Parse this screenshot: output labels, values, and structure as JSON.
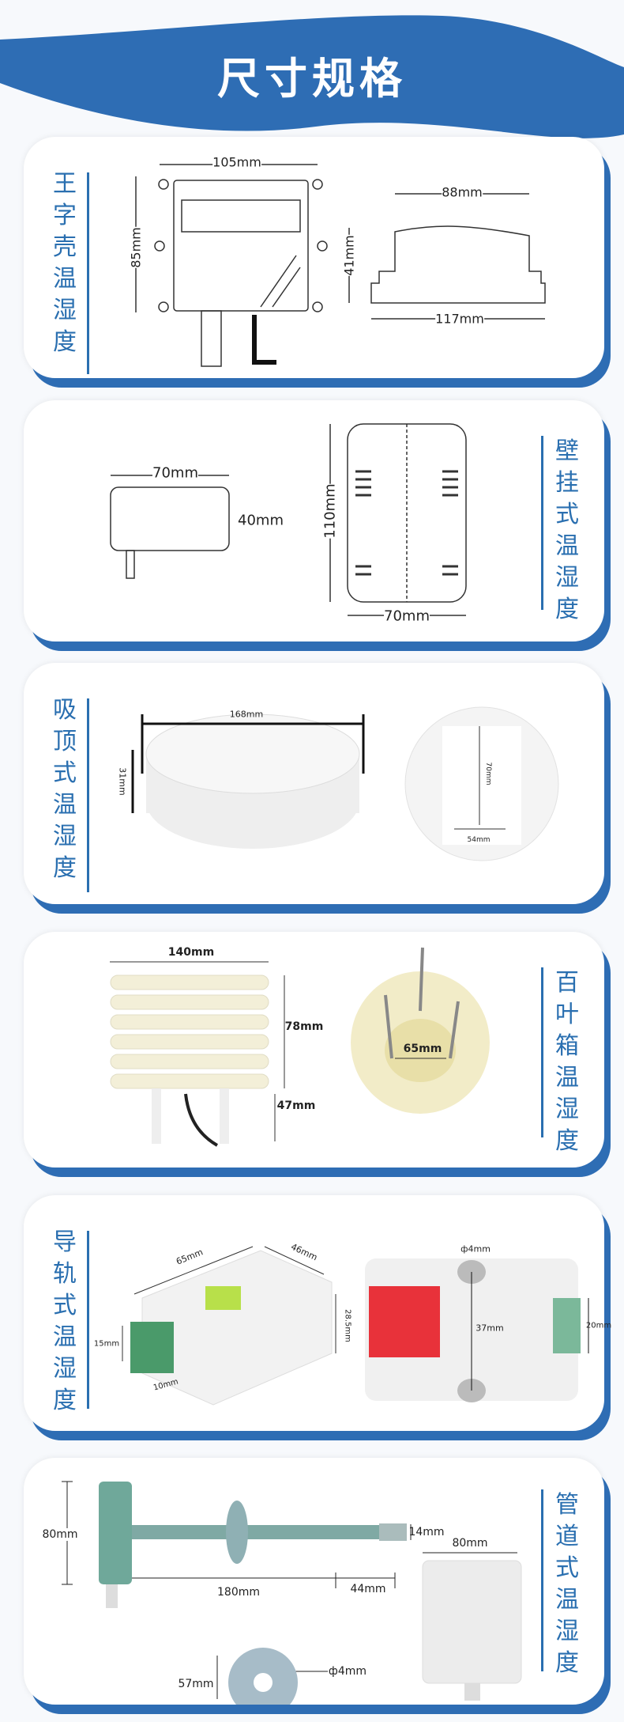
{
  "title": "尺寸规格",
  "colors": {
    "brand_blue": "#2e6db4",
    "label_blue": "#2a6fb0"
  },
  "cards": [
    {
      "label": "王字壳温湿度",
      "dims": [
        "105mm",
        "85mm",
        "88mm",
        "41mm",
        "117mm"
      ]
    },
    {
      "label": "壁挂式温湿度",
      "dims": [
        "70mm",
        "40mm",
        "110mm",
        "70mm"
      ]
    },
    {
      "label": "吸顶式温湿度",
      "dims": [
        "168mm",
        "31mm",
        "70mm",
        "54mm"
      ]
    },
    {
      "label": "百叶箱温湿度",
      "dims": [
        "140mm",
        "78mm",
        "47mm",
        "65mm"
      ]
    },
    {
      "label": "导轨式温湿度",
      "dims": [
        "65mm",
        "46mm",
        "28.5mm",
        "15mm",
        "10mm",
        "ф4mm",
        "37mm",
        "20mm"
      ]
    },
    {
      "label": "管道式温湿度",
      "dims": [
        "80mm",
        "14mm",
        "180mm",
        "44mm",
        "57mm",
        "ф4mm",
        "80mm"
      ]
    }
  ]
}
